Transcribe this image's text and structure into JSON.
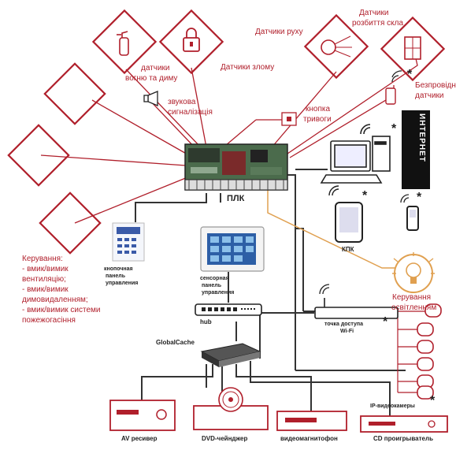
{
  "labels": {
    "motion": "Датчики руху",
    "glass_1": "Датчики",
    "glass_2": "розбиття скла",
    "fire_1": "датчики",
    "fire_2": "вогню та диму",
    "burglary": "Датчики злому",
    "wireless_1": "Безпровідні",
    "wireless_2": "датчики",
    "siren_1": "звукова",
    "siren_2": "сигналізація",
    "alarm_btn_1": "кнопка",
    "alarm_btn_2": "тривоги",
    "internet": "ИНТЕРНЕТ",
    "plc": "ПЛК",
    "pda": "КПК",
    "control_title": "Керування:",
    "control_1": "- вмик/вимик",
    "control_2": "вентиляцію;",
    "control_3": "- вмик/вимик",
    "control_4": "димовидаленням;",
    "control_5": "- вмик/вимик системи",
    "control_6": "пожежогасіння",
    "keypad_1": "кнопочная",
    "keypad_2": "панель",
    "keypad_3": "управления",
    "touch_1": "сенсорная",
    "touch_2": "панель",
    "touch_3": "управления",
    "lighting_1": "Керування",
    "lighting_2": "освітленням",
    "hub": "hub",
    "wifi_1": "точка доступа",
    "wifi_2": "Wi-Fi",
    "globalcache": "GlobalCache",
    "ipcam": "IP-видеокамеры",
    "av": "AV ресивер",
    "dvd": "DVD-чейнджер",
    "vcr": "видеомагнитофон",
    "cd": "CD проигрыватель",
    "star": "*"
  },
  "colors": {
    "accent": "#b01f2b",
    "line": "#333333",
    "orange": "#e0a050"
  }
}
